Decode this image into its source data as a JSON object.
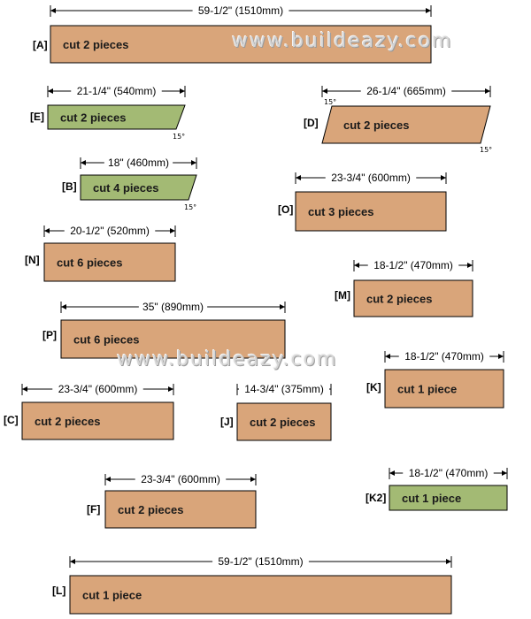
{
  "colors": {
    "tan": "#D9A57A",
    "green": "#A3BA74",
    "line": "#000000"
  },
  "watermark": "www.buildeazy.com",
  "parts": [
    {
      "id": "A",
      "label": "[A]",
      "dimension": "59-1/2\" (1510mm)",
      "text": "cut 2 pieces",
      "color": "tan",
      "shape": "rect"
    },
    {
      "id": "E",
      "label": "[E]",
      "dimension": "21-1/4\" (540mm)",
      "text": "cut 2 pieces",
      "color": "green",
      "shape": "bevel-right",
      "angles": [
        "15°"
      ]
    },
    {
      "id": "D",
      "label": "[D]",
      "dimension": "26-1/4\" (665mm)",
      "text": "cut 2 pieces",
      "color": "tan",
      "shape": "parallelogram",
      "angles": [
        "15°",
        "15°"
      ]
    },
    {
      "id": "B",
      "label": "[B]",
      "dimension": "18\" (460mm)",
      "text": "cut 4 pieces",
      "color": "green",
      "shape": "bevel-right",
      "angles": [
        "15°"
      ]
    },
    {
      "id": "O",
      "label": "[O]",
      "dimension": "23-3/4\" (600mm)",
      "text": "cut 3 pieces",
      "color": "tan",
      "shape": "rect"
    },
    {
      "id": "N",
      "label": "[N]",
      "dimension": "20-1/2\" (520mm)",
      "text": "cut 6 pieces",
      "color": "tan",
      "shape": "rect"
    },
    {
      "id": "M",
      "label": "[M]",
      "dimension": "18-1/2\" (470mm)",
      "text": "cut 2 pieces",
      "color": "tan",
      "shape": "rect"
    },
    {
      "id": "P",
      "label": "[P]",
      "dimension": "35\" (890mm)",
      "text": "cut 6 pieces",
      "color": "tan",
      "shape": "rect"
    },
    {
      "id": "K",
      "label": "[K]",
      "dimension": "18-1/2\" (470mm)",
      "text": "cut 1 piece",
      "color": "tan",
      "shape": "rect"
    },
    {
      "id": "C",
      "label": "[C]",
      "dimension": "23-3/4\" (600mm)",
      "text": "cut 2 pieces",
      "color": "tan",
      "shape": "rect"
    },
    {
      "id": "J",
      "label": "[J]",
      "dimension": "14-3/4\" (375mm)",
      "text": "cut 2 pieces",
      "color": "tan",
      "shape": "rect"
    },
    {
      "id": "K2",
      "label": "[K2]",
      "dimension": "18-1/2\" (470mm)",
      "text": "cut 1 piece",
      "color": "green",
      "shape": "rect"
    },
    {
      "id": "F",
      "label": "[F]",
      "dimension": "23-3/4\" (600mm)",
      "text": "cut 2 pieces",
      "color": "tan",
      "shape": "rect"
    },
    {
      "id": "L",
      "label": "[L]",
      "dimension": "59-1/2\" (1510mm)",
      "text": "cut 1 piece",
      "color": "tan",
      "shape": "rect"
    }
  ]
}
